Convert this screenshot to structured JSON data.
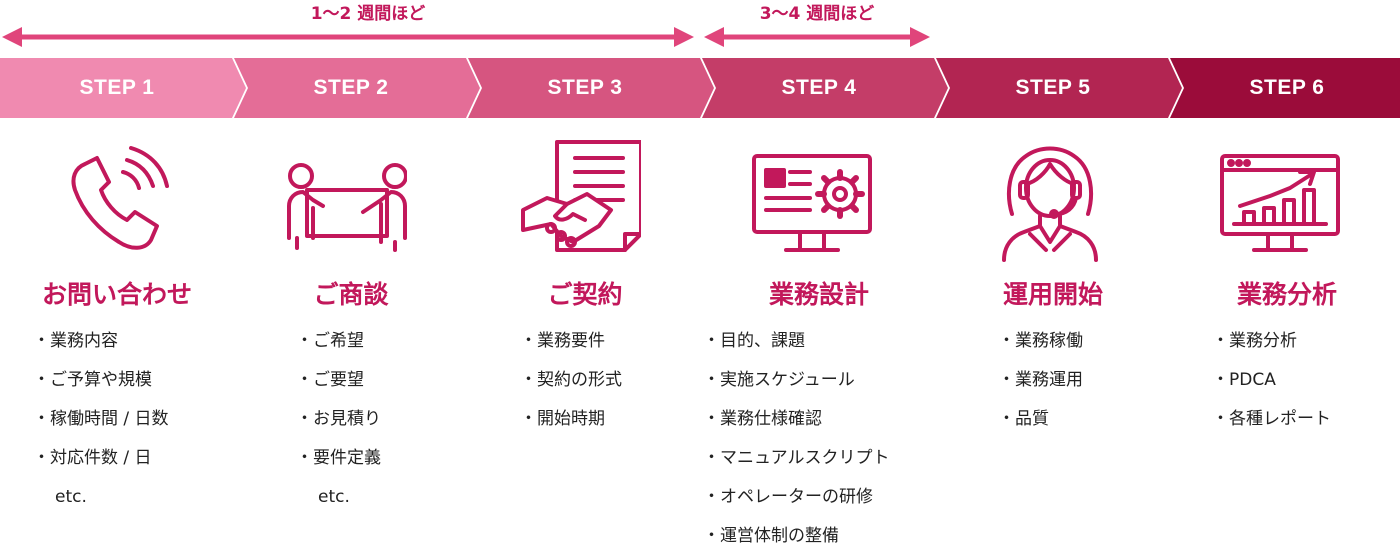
{
  "colors": {
    "accent": "#c2185b",
    "arrow": "#e0457b",
    "step_fills": [
      "#f08ab0",
      "#e46d97",
      "#d65580",
      "#c43d68",
      "#b22552",
      "#9b0c3a"
    ],
    "icon_stroke": "#c2185b"
  },
  "durations": [
    {
      "label": "1〜2 週間ほど"
    },
    {
      "label": "3〜4 週間ほど"
    }
  ],
  "steps": [
    {
      "label": "STEP 1",
      "title": "お問い合わせ",
      "icon": "phone-icon",
      "items": [
        "・業務内容",
        "・ご予算や規模",
        "・稼働時間 / 日数",
        "・対応件数 / 日"
      ],
      "etc": "etc."
    },
    {
      "label": "STEP 2",
      "title": "ご商談",
      "icon": "meeting-icon",
      "items": [
        "・ご希望",
        "・ご要望",
        "・お見積り",
        "・要件定義"
      ],
      "etc": "etc."
    },
    {
      "label": "STEP 3",
      "title": "ご契約",
      "icon": "contract-handshake-icon",
      "items": [
        "・業務要件",
        "・契約の形式",
        "・開始時期"
      ]
    },
    {
      "label": "STEP 4",
      "title": "業務設計",
      "icon": "monitor-gear-icon",
      "items": [
        "・目的、課題",
        "・実施スケジュール",
        "・業務仕様確認",
        "・マニュアルスクリプト",
        "・オペレーターの研修",
        "・運営体制の整備"
      ]
    },
    {
      "label": "STEP 5",
      "title": "運用開始",
      "icon": "operator-headset-icon",
      "items": [
        "・業務稼働",
        "・業務運用",
        "・品質"
      ]
    },
    {
      "label": "STEP 6",
      "title": "業務分析",
      "icon": "analytics-chart-icon",
      "items": [
        "・業務分析",
        "・PDCA",
        "・各種レポート"
      ]
    }
  ]
}
